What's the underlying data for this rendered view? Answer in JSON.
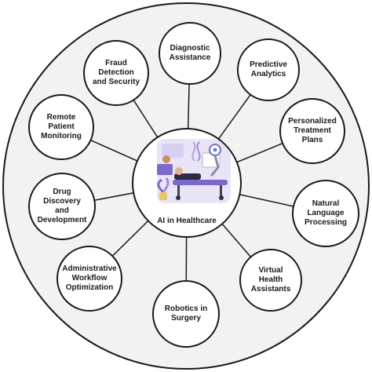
{
  "center": {
    "label": "AI in Healthcare"
  },
  "nodes": [
    {
      "id": "diagnostic-assistance",
      "label": "Diagnostic\nAssistance"
    },
    {
      "id": "predictive-analytics",
      "label": "Predictive\nAnalytics"
    },
    {
      "id": "personalized-treatment-plans",
      "label": "Personalized\nTreatment Plans"
    },
    {
      "id": "natural-language-processing",
      "label": "Natural Language\nProcessing"
    },
    {
      "id": "virtual-health-assistants",
      "label": "Virtual Health\nAssistants"
    },
    {
      "id": "robotics-in-surgery",
      "label": "Robotics in\nSurgery"
    },
    {
      "id": "administrative-workflow-optimization",
      "label": "Administrative\nWorkflow\nOptimization"
    },
    {
      "id": "drug-discovery-and-development",
      "label": "Drug Discovery\nand Development"
    },
    {
      "id": "remote-patient-monitoring",
      "label": "Remote Patient\nMonitoring"
    },
    {
      "id": "fraud-detection-and-security",
      "label": "Fraud Detection\nand Security"
    }
  ],
  "colors": {
    "outline": "#1a1a1a",
    "outer_fill": "#f2f2f2",
    "hub_illustration_bg": "#e9e4f6",
    "accent_purple": "#7b68c8"
  },
  "icons": [
    "hospital-bed-illustration",
    "dna-icon",
    "robot-arm-icon",
    "doctor-laptop-icon",
    "plant-icon"
  ]
}
